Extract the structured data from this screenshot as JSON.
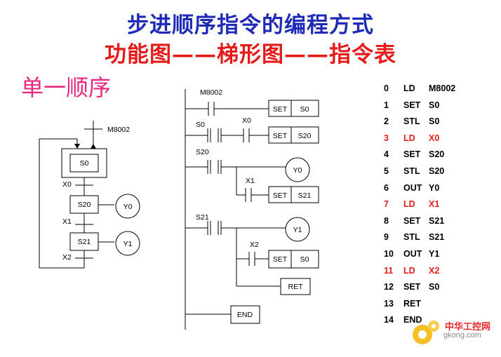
{
  "title_line1": "步进顺序指令的编程方式",
  "title_line2": "功能图——梯形图——指令表",
  "subtitle": "单一顺序",
  "sfc": {
    "init_contact": "M8002",
    "init_step": "S0",
    "steps": [
      {
        "name": "S20",
        "transition_in": "X0",
        "output": "Y0"
      },
      {
        "name": "S21",
        "transition_in": "X1",
        "output": "Y1"
      }
    ],
    "final_transition": "X2"
  },
  "ladder": {
    "rungs": [
      {
        "contact": "M8002",
        "coil": "SET",
        "operand": "S0"
      },
      {
        "contact": "S0",
        "contact2": "X0",
        "coil": "SET",
        "operand": "S20"
      },
      {
        "contact": "S20",
        "output": "Y0",
        "contact2": "X1",
        "coil": "SET",
        "operand": "S21"
      },
      {
        "contact": "S21",
        "output": "Y1",
        "contact2": "X2",
        "coil": "SET",
        "operand": "S0",
        "ret": "RET"
      }
    ],
    "end": "END"
  },
  "instructions": [
    {
      "n": "0",
      "op": "LD",
      "arg": "M8002",
      "red": false
    },
    {
      "n": "1",
      "op": "SET",
      "arg": "S0",
      "red": false
    },
    {
      "n": "2",
      "op": "STL",
      "arg": "S0",
      "red": false
    },
    {
      "n": "3",
      "op": "LD",
      "arg": "X0",
      "red": true
    },
    {
      "n": "4",
      "op": "SET",
      "arg": "S20",
      "red": false
    },
    {
      "n": "5",
      "op": "STL",
      "arg": "S20",
      "red": false
    },
    {
      "n": "6",
      "op": "OUT",
      "arg": "Y0",
      "red": false
    },
    {
      "n": "7",
      "op": "LD",
      "arg": "X1",
      "red": true
    },
    {
      "n": "8",
      "op": "SET",
      "arg": "S21",
      "red": false
    },
    {
      "n": "9",
      "op": "STL",
      "arg": "S21",
      "red": false
    },
    {
      "n": "10",
      "op": "OUT",
      "arg": "Y1",
      "red": false
    },
    {
      "n": "11",
      "op": "LD",
      "arg": "X2",
      "red": true
    },
    {
      "n": "12",
      "op": "SET",
      "arg": "S0",
      "red": false
    },
    {
      "n": "13",
      "op": "RET",
      "arg": "",
      "red": false
    },
    {
      "n": "14",
      "op": "END",
      "arg": "",
      "red": false
    }
  ],
  "watermark": {
    "line1": "中华工控网",
    "line2": "gkong.com"
  }
}
